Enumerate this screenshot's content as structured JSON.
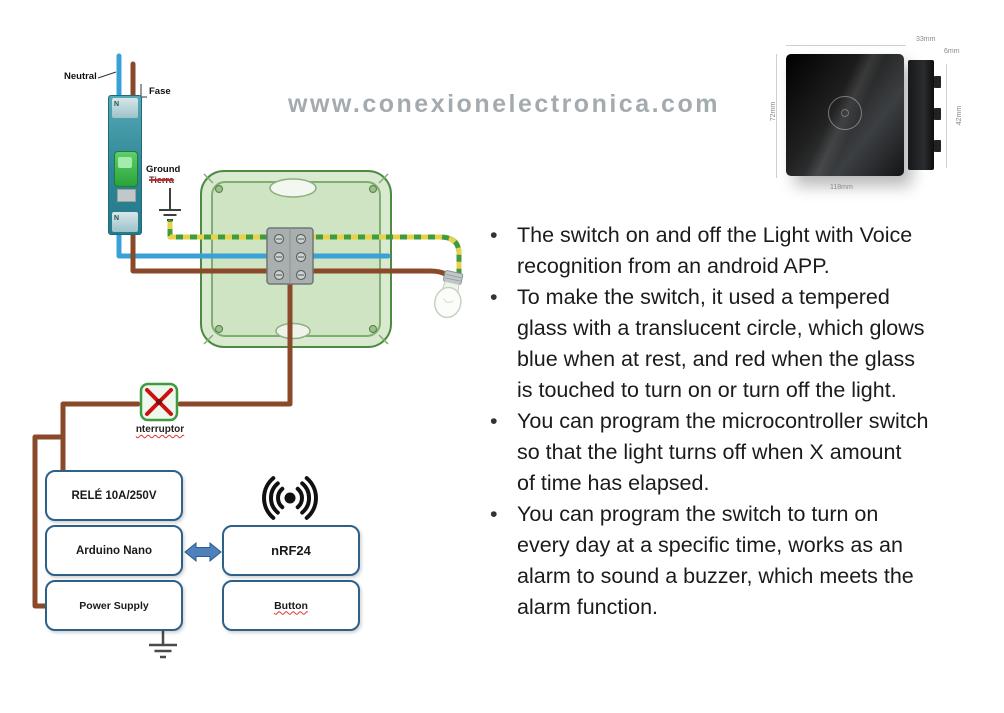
{
  "watermark": "www.conexionelectronica.com",
  "breaker": {
    "neutral_label": "Neutral",
    "fase_label": "Fase",
    "pole_top": "N",
    "pole_bottom": "N"
  },
  "ground": {
    "label": "Ground",
    "crossed_out": "Tierra"
  },
  "switch_symbol": {
    "label": "nterruptor"
  },
  "modules": {
    "relay": "RELÉ 10A/250V",
    "arduino": "Arduino Nano",
    "power": "Power Supply",
    "nrf": "nRF24",
    "button": "Button"
  },
  "photo": {
    "dim_top": "33mm",
    "dim_depth": "6mm",
    "dim_left": "72mm",
    "dim_right": "42mm",
    "dim_bottom": "118mm"
  },
  "bullets": [
    {
      "lines": [
        "The switch on and off the Light with Voice",
        "recognition from an android APP."
      ]
    },
    {
      "lines": [
        "To make the switch, it used a tempered",
        "glass with a translucent circle, which glows",
        "blue when at rest, and red when the glass",
        "is touched to turn on or turn off the light."
      ]
    },
    {
      "lines": [
        "You can program the microcontroller switch",
        "so that the light turns off when X amount",
        "of time has elapsed."
      ]
    },
    {
      "lines": [
        "You can program the switch to turn on",
        "every day at a specific time, works as an",
        "alarm to sound a buzzer, which meets the",
        "alarm function."
      ]
    }
  ],
  "colors": {
    "wire_neutral_blue": "#3aa0d8",
    "wire_live_brown": "#8a4a2a",
    "wire_ground_green": "#3f9b3f",
    "wire_ground_yellow": "#e8d24a",
    "junction_box_green": "#4e8a44",
    "module_border_blue": "#2e618a",
    "arrow_blue": "#4f81bd",
    "switch_cross_red": "#cc1111"
  }
}
